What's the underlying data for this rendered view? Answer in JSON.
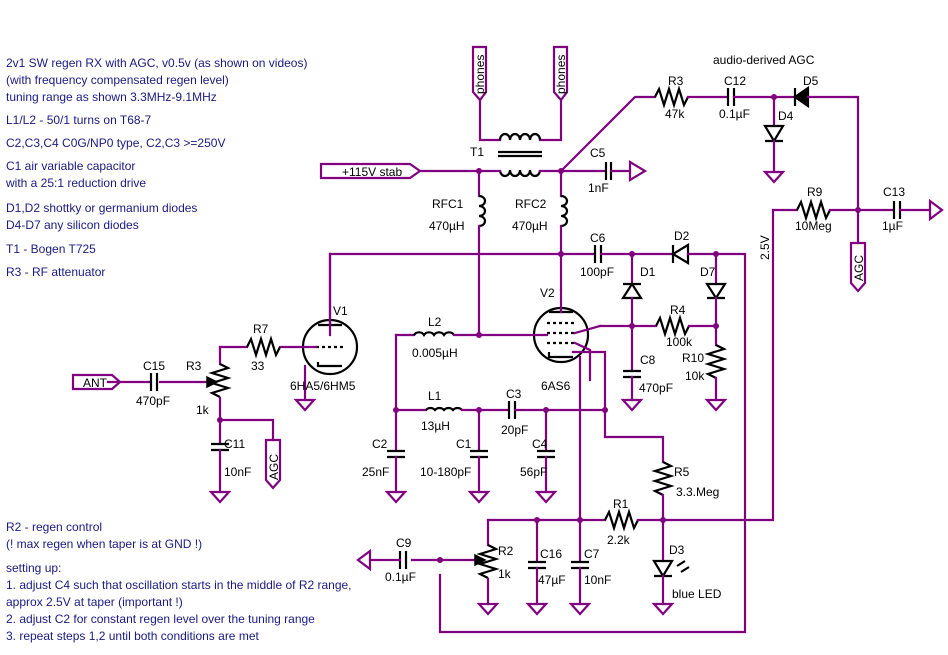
{
  "notes_top": [
    "2v1 SW regen RX with AGC, v0.5v (as shown on videos)",
    "(with frequency compensated regen level)",
    "tuning range as shown 3.3MHz-9.1MHz",
    "L1/L2 - 50/1 turns on T68-7",
    "C2,C3,C4 C0G/NP0 type, C2,C3 >=250V",
    "C1 air variable capacitor",
    "with a 25:1 reduction drive",
    "D1,D2 shottky or germanium diodes",
    "D4-D7 any silicon diodes",
    "T1 - Bogen T725",
    "R3 - RF attenuator"
  ],
  "notes_bottom": [
    "R2 - regen control",
    "(! max regen when taper is at GND !)",
    "setting up:",
    "1. adjust C4 such that oscillation starts in the middle of R2 range,",
    "approx 2.5V at taper (important !)",
    "2. adjust C2 for constant regen level over the tuning range",
    "3. repeat steps 1,2 until both conditions are met"
  ],
  "ports": {
    "phones1": "phones",
    "phones2": "phones",
    "hv": "+115V  stab",
    "ant": "ANT",
    "agc_left": "AGC",
    "agc_right": "AGC"
  },
  "labels": {
    "agc_title": "audio-derived AGC",
    "T1": "T1",
    "C5": "C5",
    "C5v": "1nF",
    "RFC1": "RFC1",
    "RFC1v": "470µH",
    "RFC2": "RFC2",
    "RFC2v": "470µH",
    "R3a": "R3",
    "R3av": "47k",
    "C12": "C12",
    "C12v": "0.1µF",
    "D5": "D5",
    "D4": "D4",
    "R9": "R9",
    "R9v": "10Meg",
    "C13": "C13",
    "C13v": "1µF",
    "v25": "2.5V",
    "C6": "C6",
    "C6v": "100pF",
    "D2": "D2",
    "D1": "D1",
    "D7": "D7",
    "R4": "R4",
    "R4v": "100k",
    "R10": "R10",
    "R10v": "10k",
    "C8": "C8",
    "C8v": "470pF",
    "V1": "V1",
    "V1v": "6HA5/6HM5",
    "V2": "V2",
    "V2v": "6AS6",
    "L2": "L2",
    "L2v": "0.005µH",
    "L1": "L1",
    "L1v": "13µH",
    "R7": "R7",
    "R7v": "33",
    "C15": "C15",
    "C15v": "470pF",
    "R3": "R3",
    "R3v": "1k",
    "C11": "C11",
    "C11v": "10nF",
    "C2": "C2",
    "C2v": "25nF",
    "C1": "C1",
    "C1v": "10-180pF",
    "C3": "C3",
    "C3v": "20pF",
    "C4": "C4",
    "C4v": "56pF",
    "R5": "R5",
    "R5v": "3.3.Meg",
    "R1": "R1",
    "R1v": "2.2k",
    "D3": "D3",
    "D3v": "blue LED",
    "C9": "C9",
    "C9v": "0.1µF",
    "R2": "R2",
    "R2v": "1k",
    "C16": "C16",
    "C16v": "47µF",
    "C7": "C7",
    "C7v": "10nF"
  },
  "colors": {
    "wire": "#800080",
    "text": "#1a1a80"
  }
}
